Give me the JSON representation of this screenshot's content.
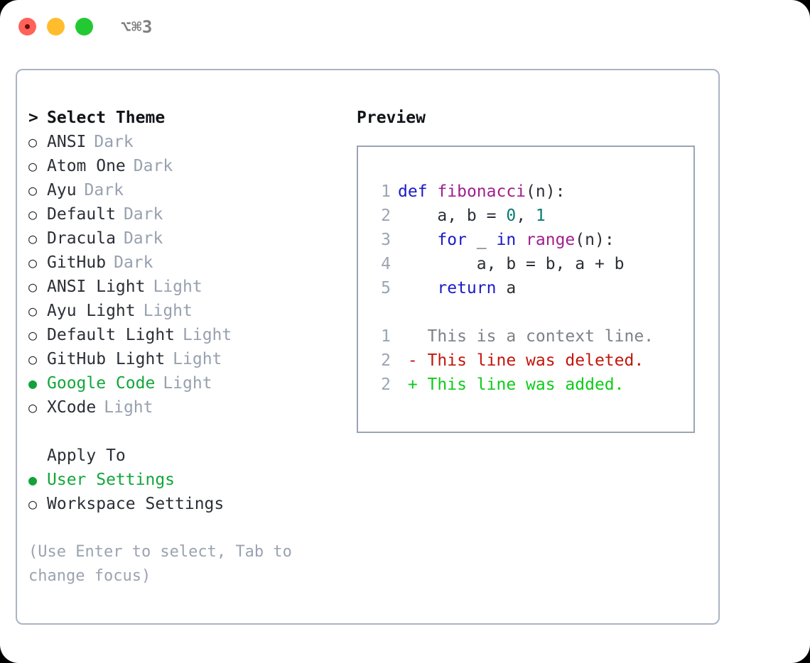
{
  "titlebar": {
    "shortcut": "⌥⌘3",
    "buttons": [
      {
        "name": "close",
        "color": "#ff6259"
      },
      {
        "name": "minimize",
        "color": "#ffbd2e"
      },
      {
        "name": "zoom",
        "color": "#23c933"
      }
    ]
  },
  "theme_picker": {
    "caret": ">",
    "heading": "Select Theme",
    "unselected_marker": "○",
    "selected_marker": "●",
    "items": [
      {
        "name": "ANSI",
        "category": "Dark",
        "selected": false
      },
      {
        "name": "Atom One",
        "category": "Dark",
        "selected": false
      },
      {
        "name": "Ayu",
        "category": "Dark",
        "selected": false
      },
      {
        "name": "Default",
        "category": "Dark",
        "selected": false
      },
      {
        "name": "Dracula",
        "category": "Dark",
        "selected": false
      },
      {
        "name": "GitHub",
        "category": "Dark",
        "selected": false
      },
      {
        "name": "ANSI Light",
        "category": "Light",
        "selected": false
      },
      {
        "name": "Ayu Light",
        "category": "Light",
        "selected": false
      },
      {
        "name": "Default Light",
        "category": "Light",
        "selected": false
      },
      {
        "name": "GitHub Light",
        "category": "Light",
        "selected": false
      },
      {
        "name": "Google Code",
        "category": "Light",
        "selected": true
      },
      {
        "name": "XCode",
        "category": "Light",
        "selected": false
      }
    ]
  },
  "apply_to": {
    "heading": "Apply To",
    "items": [
      {
        "name": "User Settings",
        "selected": true
      },
      {
        "name": "Workspace Settings",
        "selected": false
      }
    ]
  },
  "hint": "(Use Enter to select, Tab to change focus)",
  "preview": {
    "title": "Preview",
    "code_lines": [
      {
        "num": "1",
        "tokens": [
          {
            "t": "def",
            "c": "kw"
          },
          {
            "t": " ",
            "c": "punc"
          },
          {
            "t": "fibonacci",
            "c": "fn"
          },
          {
            "t": "(",
            "c": "punc"
          },
          {
            "t": "n",
            "c": "id"
          },
          {
            "t": "):",
            "c": "punc"
          }
        ]
      },
      {
        "num": "2",
        "tokens": [
          {
            "t": "    a, b = ",
            "c": "id"
          },
          {
            "t": "0",
            "c": "num"
          },
          {
            "t": ", ",
            "c": "id"
          },
          {
            "t": "1",
            "c": "num"
          }
        ]
      },
      {
        "num": "3",
        "tokens": [
          {
            "t": "    ",
            "c": "id"
          },
          {
            "t": "for",
            "c": "kw"
          },
          {
            "t": " _ ",
            "c": "id"
          },
          {
            "t": "in",
            "c": "kw"
          },
          {
            "t": " ",
            "c": "id"
          },
          {
            "t": "range",
            "c": "fn"
          },
          {
            "t": "(",
            "c": "punc"
          },
          {
            "t": "n",
            "c": "id"
          },
          {
            "t": "):",
            "c": "punc"
          }
        ]
      },
      {
        "num": "4",
        "tokens": [
          {
            "t": "        a, b = b, a + b",
            "c": "id"
          }
        ]
      },
      {
        "num": "5",
        "tokens": [
          {
            "t": "    ",
            "c": "id"
          },
          {
            "t": "return",
            "c": "kw"
          },
          {
            "t": " a",
            "c": "id"
          }
        ]
      }
    ],
    "diff_lines": [
      {
        "num": "1",
        "sign": " ",
        "text": " This is a context line.",
        "kind": "ctx"
      },
      {
        "num": "2",
        "sign": "-",
        "text": " This line was deleted.",
        "kind": "del"
      },
      {
        "num": "2",
        "sign": "+",
        "text": " This line was added.",
        "kind": "add"
      }
    ]
  },
  "colors": {
    "selected_green": "#12a63b",
    "muted_gray": "#97a1af",
    "border": "#aab4c2",
    "keyword": "#1a1ac8",
    "function": "#a0208c",
    "number": "#0b7a72",
    "diff_deleted": "#c0170c",
    "diff_added": "#0ccc18",
    "diff_context": "#7c8288"
  }
}
